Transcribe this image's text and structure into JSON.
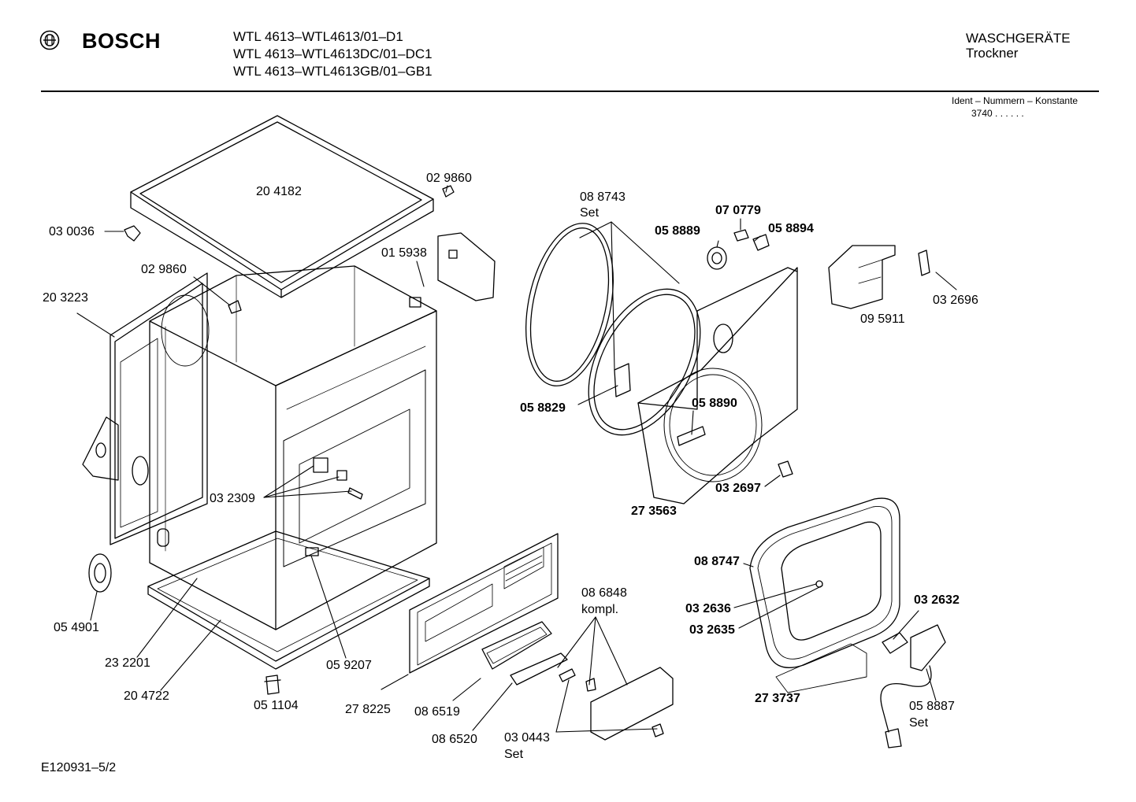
{
  "header": {
    "brand": "BOSCH",
    "models": [
      "WTL 4613–WTL4613/01–D1",
      "WTL 4613–WTL4613DC/01–DC1",
      "WTL 4613–WTL4613GB/01–GB1"
    ],
    "category": "WASCHGERÄTE",
    "subcategory": "Trockner",
    "ident_label": "Ident – Nummern – Konstante",
    "ident_value": "3740 . .  . . . ."
  },
  "footer": {
    "drawing_id": "E120931–5/2"
  },
  "icons": {
    "logo": "bosch-armature-icon"
  },
  "parts": {
    "p204182": "20 4182",
    "p029860_top": "02 9860",
    "p030036": "03 0036",
    "p015938": "01 5938",
    "p029860_left": "02 9860",
    "p203223": "20 3223",
    "p032309": "03 2309",
    "p054901": "05 4901",
    "p232201": "23 2201",
    "p204722": "20 4722",
    "p051104": "05 1104",
    "p059207": "05 9207",
    "p278225": "27 8225",
    "p088743": "08 8743",
    "p088743_set": "Set",
    "p070779": "07 0779",
    "p058889": "05 8889",
    "p058894": "05 8894",
    "p058829": "05 8829",
    "p058890": "05 8890",
    "p273563": "27 3563",
    "p032697": "03 2697",
    "p095911": "09 5911",
    "p032696": "03 2696",
    "p088747": "08 8747",
    "p032636": "03 2636",
    "p032635": "03 2635",
    "p273737": "27 3737",
    "p032632": "03 2632",
    "p058887": "05 8887",
    "p058887_set": "Set",
    "p086848": "08 6848",
    "p086848_kompl": "kompl.",
    "p086519": "08 6519",
    "p086520": "08 6520",
    "p030443": "03 0443",
    "p030443_set": "Set"
  }
}
